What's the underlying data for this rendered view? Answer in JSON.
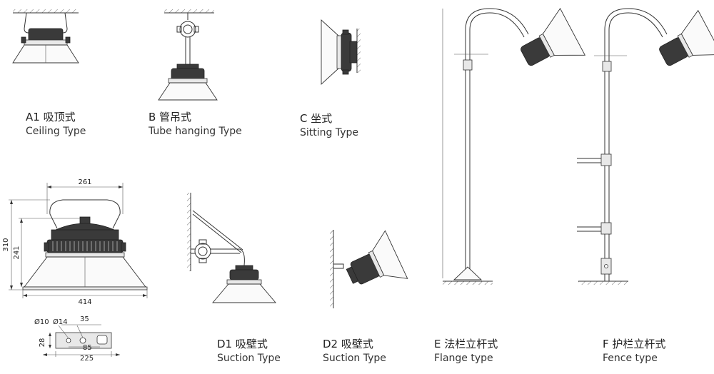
{
  "captions": {
    "a1": {
      "zh": "A1 吸顶式",
      "en": "Ceiling  Type"
    },
    "b": {
      "zh": "B 管吊式",
      "en": "Tube hanging Type"
    },
    "c": {
      "zh": "C 坐式",
      "en": "Sitting  Type"
    },
    "d1": {
      "zh": "D1 吸壁式",
      "en": "Suction Type"
    },
    "d2": {
      "zh": "D2 吸壁式",
      "en": "Suction Type"
    },
    "e": {
      "zh": "E 法栏立杆式",
      "en": "Flange type"
    },
    "f": {
      "zh": "F 护栏立杆式",
      "en": "Fence type"
    }
  },
  "dimensions": {
    "top_width": "261",
    "bottom_width": "414",
    "total_height": "310",
    "body_height": "241",
    "bracket_hole1": "Ø10",
    "bracket_hole2": "Ø14",
    "bracket_35": "35",
    "bracket_85": "85",
    "bracket_225": "225",
    "bracket_28": "28"
  }
}
